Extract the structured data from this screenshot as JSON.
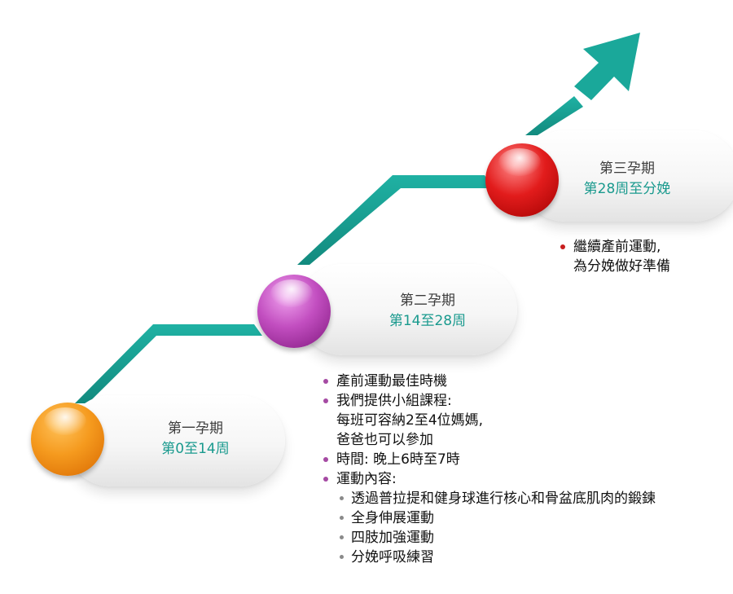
{
  "stages": [
    {
      "title": "第一孕期",
      "range": "第0至14周",
      "color": "#f39a1f"
    },
    {
      "title": "第二孕期",
      "range": "第14至28周",
      "color": "#b14bb0"
    },
    {
      "title": "第三孕期",
      "range": "第28周至分娩",
      "color": "#d91a1a"
    }
  ],
  "arrow_color": "#1aa89a",
  "stage2_notes": [
    {
      "lines": [
        "產前運動最佳時機"
      ]
    },
    {
      "lines": [
        "我們提供小組課程:",
        "每班可容納2至4位媽媽,",
        "爸爸也可以參加"
      ]
    },
    {
      "lines": [
        "時間:  晚上6時至7時"
      ]
    },
    {
      "lines": [
        "運動內容:"
      ]
    }
  ],
  "stage2_subnotes": [
    "透過普拉提和健身球進行核心和骨盆底肌肉的鍛鍊",
    "全身伸展運動",
    "四肢加強運動",
    "分娩呼吸練習"
  ],
  "stage3_notes": [
    {
      "lines": [
        "繼續產前運動,",
        "為分娩做好準備"
      ]
    }
  ]
}
